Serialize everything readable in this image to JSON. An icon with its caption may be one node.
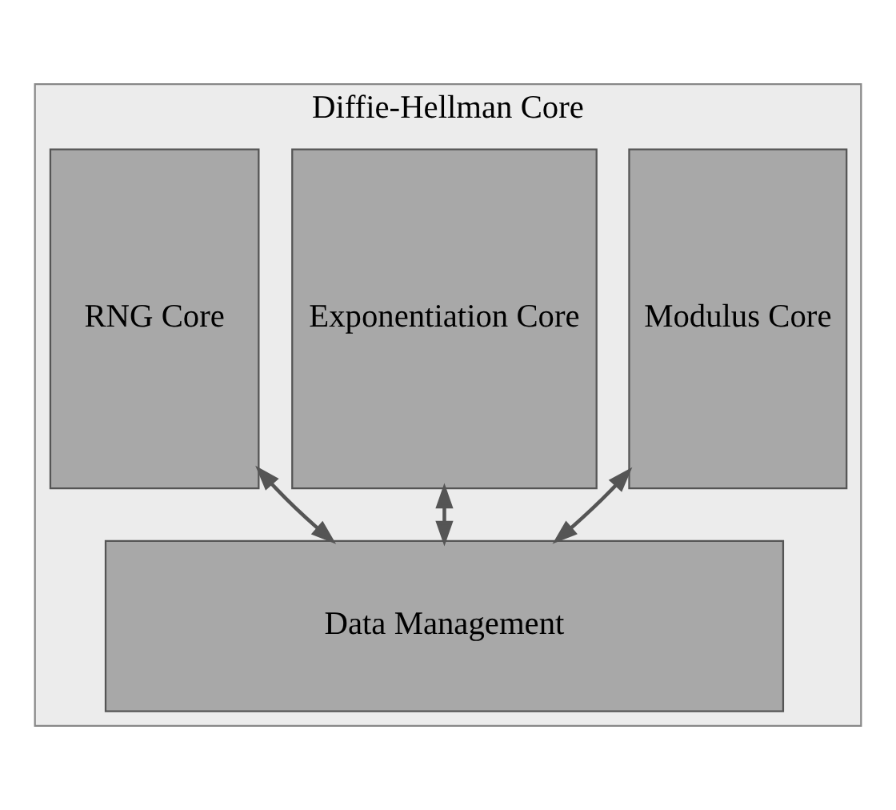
{
  "diagram": {
    "nodes": [
      {
        "text": [
          "Diffie-Hellman Core"
        ]
      },
      {
        "text": [
          "Modulus Core"
        ],
        "in": 0
      },
      {
        "text": [
          "Exponentiation Core"
        ],
        "in": 0
      },
      {
        "text": [
          "RNG Core"
        ],
        "in": 0
      },
      {
        "text": [
          "Data Management"
        ],
        "in": 0
      }
    ],
    "edges": [
      {
        "from": 1,
        "to": 4,
        "arrow": "both"
      },
      {
        "from": 2,
        "to": 4,
        "arrow": "both"
      },
      {
        "from": 3,
        "to": 4,
        "arrow": "both"
      }
    ]
  }
}
